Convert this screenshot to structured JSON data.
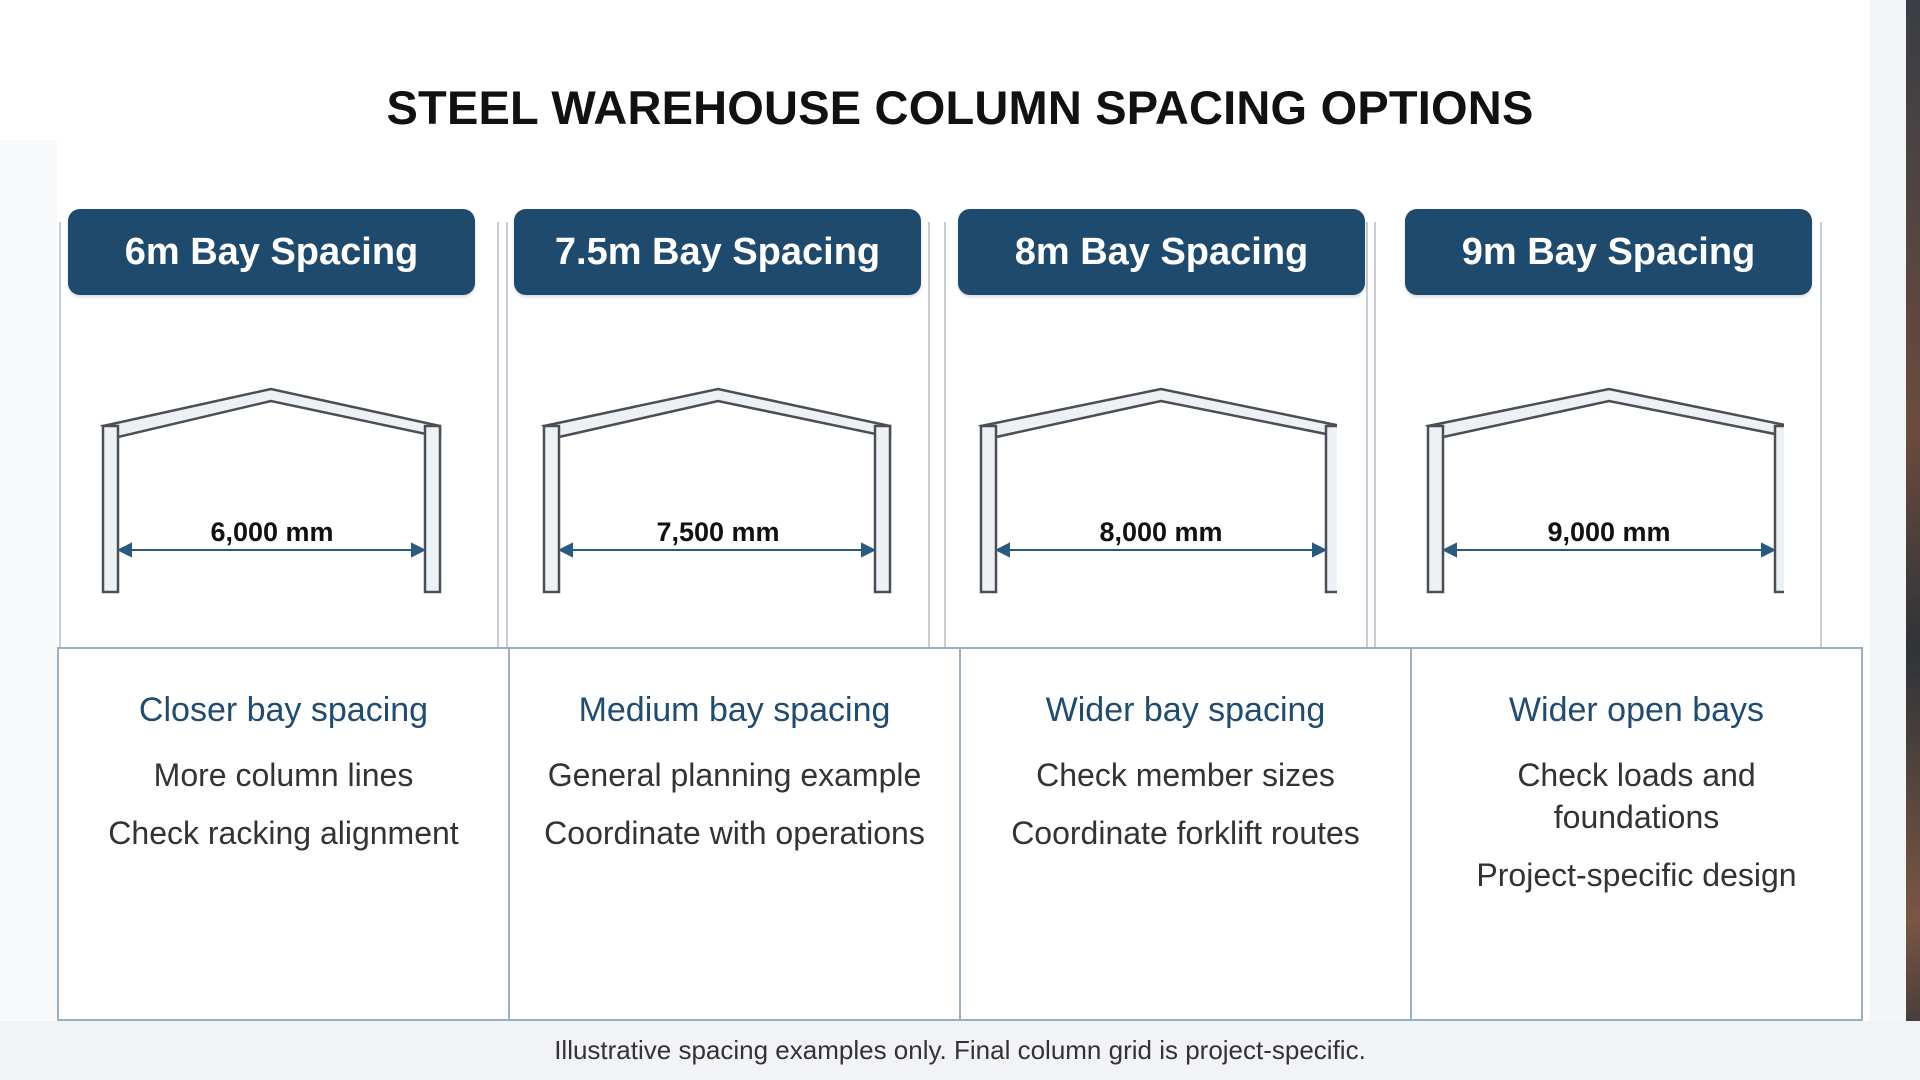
{
  "title": "STEEL WAREHOUSE COLUMN SPACING OPTIONS",
  "options": [
    {
      "tab": "6m Bay Spacing",
      "span_label": "6,000 mm",
      "heading": "Closer bay spacing",
      "notes": [
        "More column lines",
        "Check racking alignment"
      ]
    },
    {
      "tab": "7.5m Bay Spacing",
      "span_label": "7,500 mm",
      "heading": "Medium bay spacing",
      "notes": [
        "General planning example",
        "Coordinate with operations"
      ]
    },
    {
      "tab": "8m Bay Spacing",
      "span_label": "8,000 mm",
      "heading": "Wider bay spacing",
      "notes": [
        "Check member sizes",
        "Coordinate forklift routes"
      ]
    },
    {
      "tab": "9m Bay Spacing",
      "span_label": "9,000 mm",
      "heading": "Wider open bays",
      "notes": [
        "Check loads and foundations",
        "Project-specific design"
      ]
    }
  ],
  "footer": "Illustrative spacing examples only. Final column grid is project-specific.",
  "colors": {
    "tab_bg": "#1e4a6d",
    "heading": "#1f4c70",
    "dimension": "#2a5a80",
    "frame": "#4a4f55"
  }
}
